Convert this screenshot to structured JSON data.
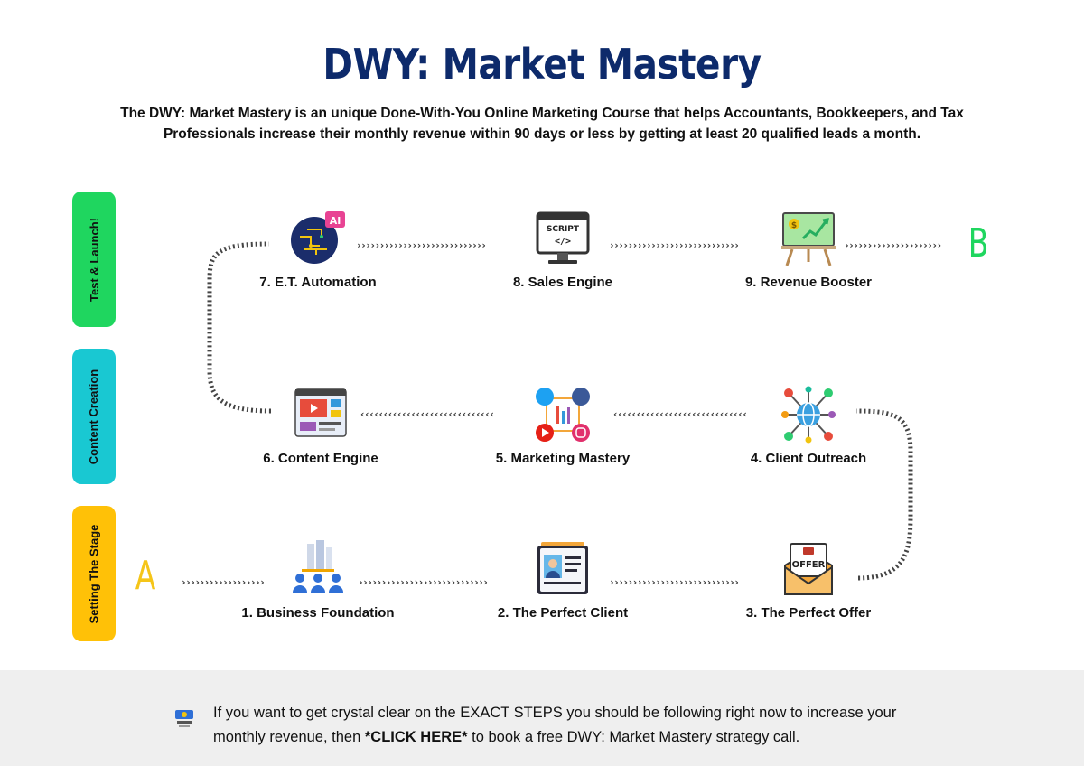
{
  "header": {
    "title": "DWY: Market Mastery",
    "subtitle": "The DWY: Market Mastery is an unique Done-With-You Online Marketing Course that helps Accountants, Bookkeepers, and Tax Professionals increase their monthly revenue within 90 days or less by getting at least 20 qualified leads a month."
  },
  "stages": [
    {
      "label": "Test & Launch!",
      "color": "#1fd65f"
    },
    {
      "label": "Content Creation",
      "color": "#19c8d2"
    },
    {
      "label": "Setting The Stage",
      "color": "#ffc107"
    }
  ],
  "endpoints": {
    "start": {
      "letter": "A",
      "color": "#f5c518"
    },
    "end": {
      "letter": "B",
      "color": "#1fd65f"
    }
  },
  "steps": [
    {
      "label": "1. Business Foundation",
      "icon": "business-building-icon"
    },
    {
      "label": "2. The Perfect Client",
      "icon": "client-profile-icon"
    },
    {
      "label": "3. The Perfect Offer",
      "icon": "offer-envelope-icon"
    },
    {
      "label": "4. Client Outreach",
      "icon": "network-globe-icon"
    },
    {
      "label": "5. Marketing Mastery",
      "icon": "social-media-icon"
    },
    {
      "label": "6. Content Engine",
      "icon": "video-content-icon"
    },
    {
      "label": "7. E.T. Automation",
      "icon": "ai-brain-icon"
    },
    {
      "label": "8. Sales Engine",
      "icon": "script-monitor-icon"
    },
    {
      "label": "9. Revenue Booster",
      "icon": "revenue-chart-icon"
    }
  ],
  "icon_text": {
    "ai": "AI",
    "script": "SCRIPT",
    "offer": "OFFER",
    "code": "</>",
    "dollar": "$"
  },
  "footer": {
    "text_before": "If you want to get crystal clear on the EXACT STEPS you should be following right now to increase your monthly revenue, then ",
    "link": "*CLICK HERE*",
    "text_after": " to book a free DWY: Market Mastery strategy call."
  }
}
